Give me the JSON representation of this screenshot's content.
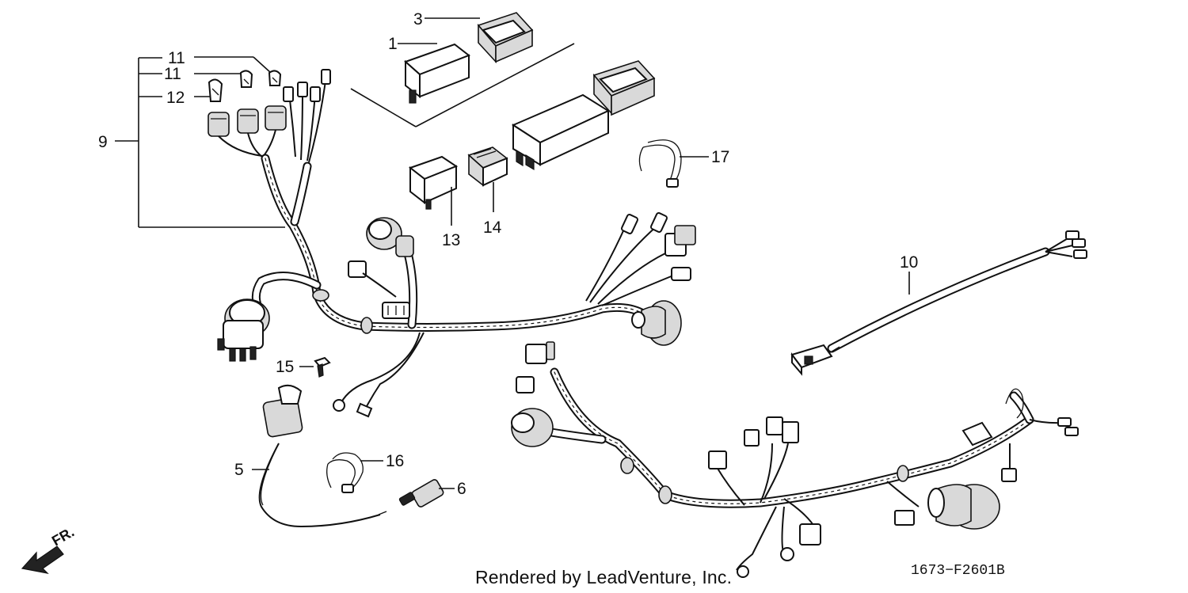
{
  "callouts": {
    "c1": "1",
    "c3": "3",
    "c5": "5",
    "c6": "6",
    "c9": "9",
    "c10": "10",
    "c11a": "11",
    "c11b": "11",
    "c12": "12",
    "c13": "13",
    "c14": "14",
    "c15": "15",
    "c16": "16",
    "c17": "17"
  },
  "direction_label": "FR.",
  "credit": "Rendered by LeadVenture, Inc.",
  "diagram_code": "1673−F2601B"
}
